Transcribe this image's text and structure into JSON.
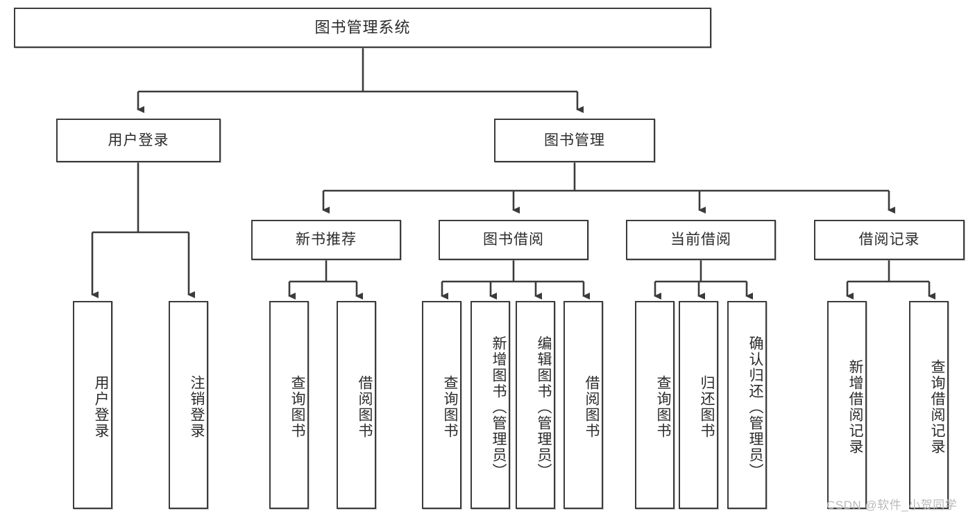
{
  "diagram": {
    "title": "图书管理系统",
    "type": "tree-hierarchy",
    "style": {
      "box_border_color": "#3b3b3b",
      "box_fill": "#ffffff",
      "line_color": "#3b3b3b",
      "text_color": "#2b2b2b",
      "background": "#ffffff",
      "watermark_color": "#b9b9b9"
    },
    "root": {
      "label": "图书管理系统"
    },
    "level1": [
      {
        "label": "用户登录"
      },
      {
        "label": "图书管理"
      }
    ],
    "level2": [
      {
        "label": "新书推荐"
      },
      {
        "label": "图书借阅"
      },
      {
        "label": "当前借阅"
      },
      {
        "label": "借阅记录"
      }
    ],
    "leaves": {
      "user_login": [
        {
          "label": "用户登录"
        },
        {
          "label": "注销登录"
        }
      ],
      "new_book_recommend": [
        {
          "label": "查询图书"
        },
        {
          "label": "借阅图书"
        }
      ],
      "book_borrow": [
        {
          "label": "查询图书"
        },
        {
          "label": "新增图书（管理员）"
        },
        {
          "label": "编辑图书（管理员）"
        },
        {
          "label": "借阅图书"
        }
      ],
      "current_borrow": [
        {
          "label": "查询图书"
        },
        {
          "label": "归还图书"
        },
        {
          "label": "确认归还（管理员）"
        }
      ],
      "borrow_record": [
        {
          "label": "新增借阅记录"
        },
        {
          "label": "查询借阅记录"
        }
      ]
    },
    "watermark": "CSDN @软件_小贺同学"
  }
}
